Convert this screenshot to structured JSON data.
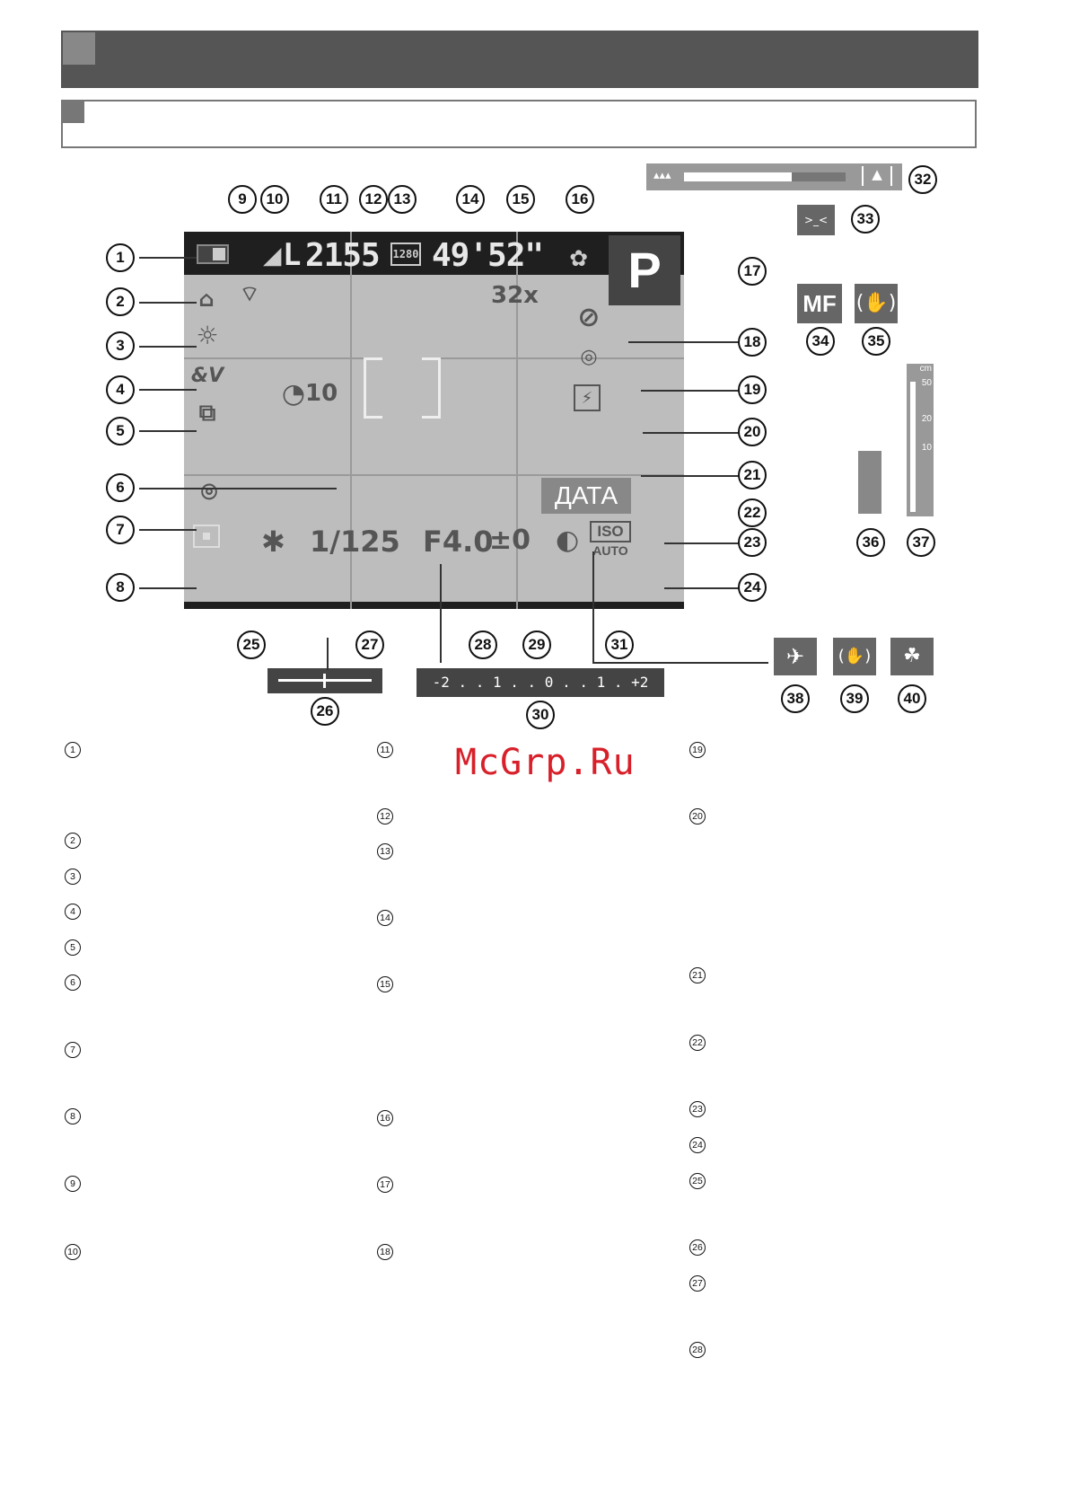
{
  "watermark": "McGrp.Ru",
  "lcd": {
    "shots_remaining": "2155",
    "movie_quality": "1280",
    "movie_time": "49'52\"",
    "zoom_factor": "32x",
    "shooting_mode": "P",
    "self_timer": "10",
    "shutter_speed": "1/125",
    "aperture": "F4.0",
    "exposure_comp": "±0",
    "date_stamp": "ДАТА",
    "iso_top": "ISO",
    "iso_bottom": "AUTO",
    "image_quality": "L",
    "mf_label": "MF",
    "exposure_scale": "-2 . . 1 . . 0 . . 1 . +2",
    "distance_scale": [
      "cm",
      "50",
      "20",
      "10"
    ]
  },
  "callouts": [
    "1",
    "2",
    "3",
    "4",
    "5",
    "6",
    "7",
    "8",
    "9",
    "10",
    "11",
    "12",
    "13",
    "14",
    "15",
    "16",
    "17",
    "18",
    "19",
    "20",
    "21",
    "22",
    "23",
    "24",
    "25",
    "26",
    "27",
    "28",
    "29",
    "30",
    "31",
    "32",
    "33",
    "34",
    "35",
    "36",
    "37",
    "38",
    "39",
    "40"
  ],
  "legend_col1": [
    "1",
    "2",
    "3",
    "4",
    "5",
    "6",
    "7",
    "8",
    "9",
    "10"
  ],
  "legend_col2": [
    "11",
    "12",
    "13",
    "14",
    "15",
    "16",
    "17",
    "18"
  ],
  "legend_col3": [
    "19",
    "20",
    "21",
    "22",
    "23",
    "24",
    "25",
    "26",
    "27",
    "28"
  ]
}
